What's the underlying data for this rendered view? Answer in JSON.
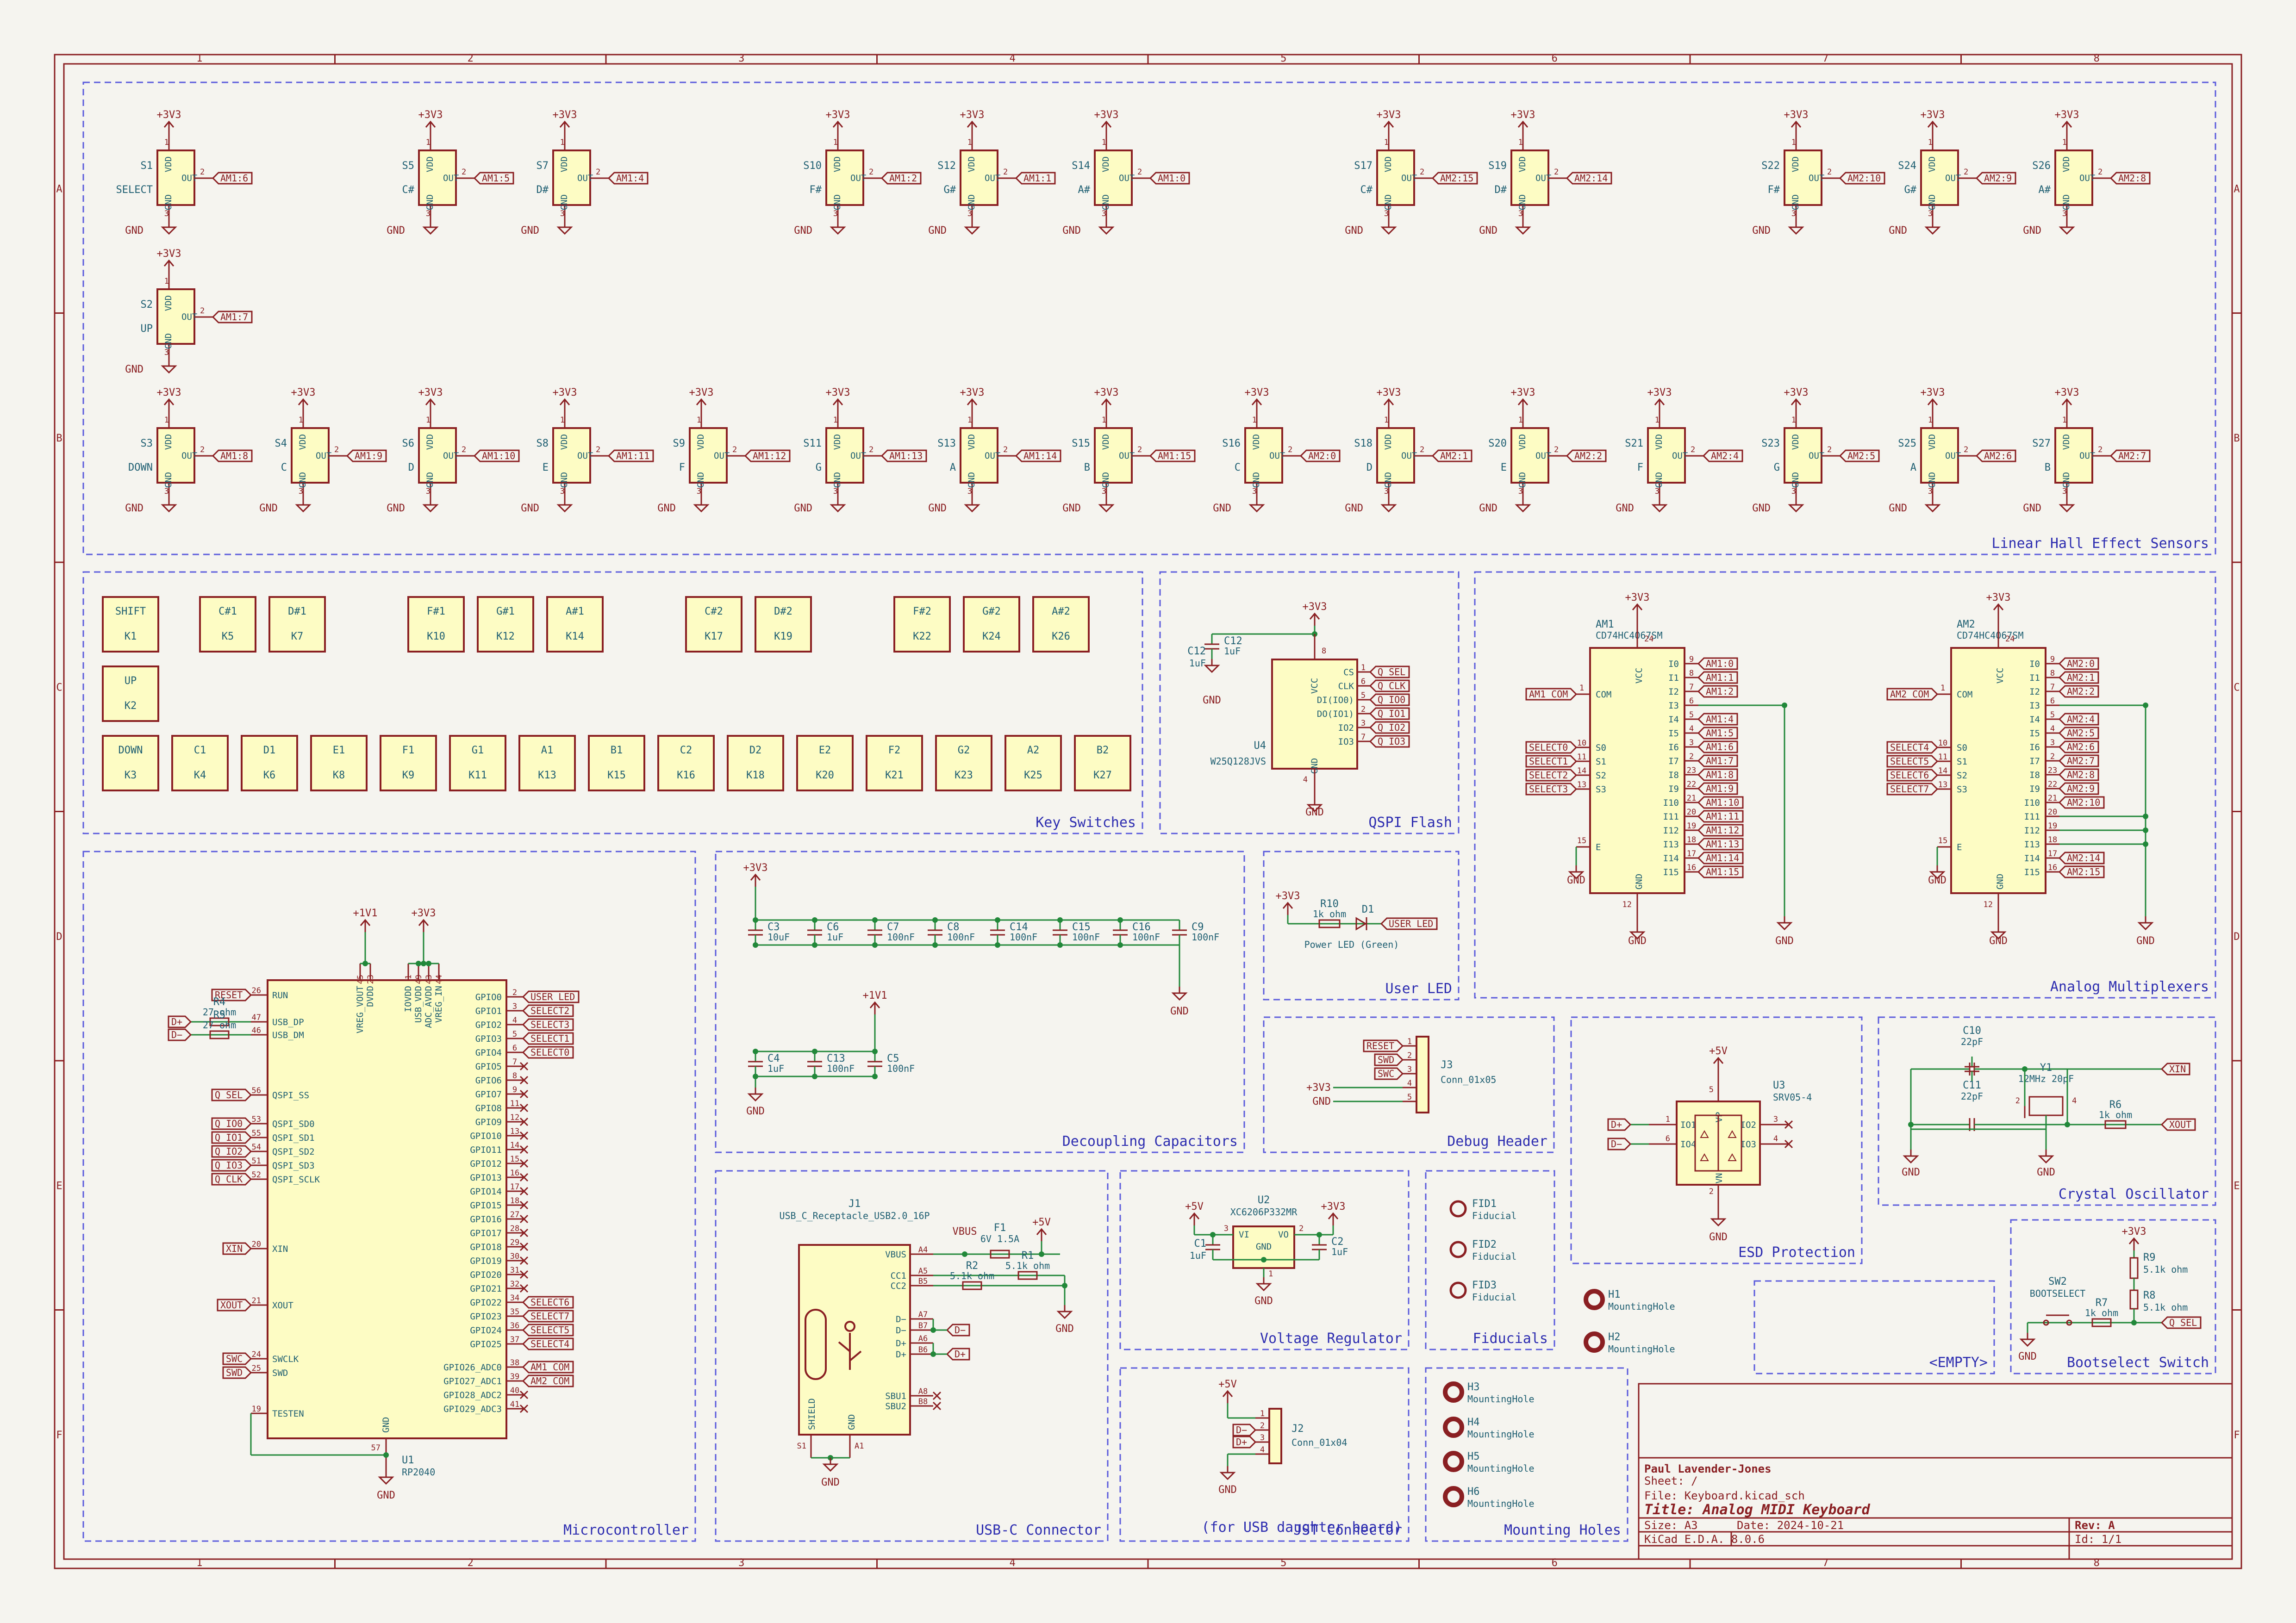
{
  "colors": {
    "frame": "#8a1f22",
    "wire": "#22883a",
    "body": "#fdfcc4",
    "box": "#5b5bdc",
    "text": "#1f5f72"
  },
  "ruler": {
    "cols": [
      "1",
      "2",
      "3",
      "4",
      "5",
      "6",
      "7",
      "8"
    ],
    "rows": [
      "A",
      "B",
      "C",
      "D",
      "E",
      "F"
    ]
  },
  "boxes": {
    "hall": "Linear Hall Effect Sensors",
    "keys": "Key Switches",
    "qspi": "QSPI Flash",
    "mux": "Analog Multiplexers",
    "mcu": "Microcontroller",
    "decap": "Decoupling Capacitors",
    "led": "User LED",
    "debug": "Debug Header",
    "esd": "ESD Protection",
    "xtal": "Crystal Oscillator",
    "usb": "USB-C Connector",
    "vreg": "Voltage Regulator",
    "fid": "Fiducials",
    "empty": "<EMPTY>",
    "boot": "Bootselect Switch",
    "jst": "JST Connector",
    "jst2": "(for USB daughter board)",
    "holes": "Mounting Holes"
  },
  "sensor_pins": {
    "vdd": "VDD",
    "gnd": "GND",
    "out": "OUT",
    "p1": "1",
    "p2": "2",
    "p3": "3",
    "pwr": "+3V3",
    "gndsym": "GND"
  },
  "sensors": [
    {
      "ref": "S1",
      "note": "SELECT",
      "net": "AM1:6"
    },
    {
      "ref": "S5",
      "note": "C#",
      "net": "AM1:5"
    },
    {
      "ref": "S7",
      "note": "D#",
      "net": "AM1:4"
    },
    {
      "ref": "S10",
      "note": "F#",
      "net": "AM1:2"
    },
    {
      "ref": "S12",
      "note": "G#",
      "net": "AM1:1"
    },
    {
      "ref": "S14",
      "note": "A#",
      "net": "AM1:0"
    },
    {
      "ref": "S17",
      "note": "C#",
      "net": "AM2:15"
    },
    {
      "ref": "S19",
      "note": "D#",
      "net": "AM2:14"
    },
    {
      "ref": "S22",
      "note": "F#",
      "net": "AM2:10"
    },
    {
      "ref": "S24",
      "note": "G#",
      "net": "AM2:9"
    },
    {
      "ref": "S26",
      "note": "A#",
      "net": "AM2:8"
    },
    {
      "ref": "S2",
      "note": "UP",
      "net": "AM1:7"
    },
    {
      "ref": "S3",
      "note": "DOWN",
      "net": "AM1:8"
    },
    {
      "ref": "S4",
      "note": "C",
      "net": "AM1:9"
    },
    {
      "ref": "S6",
      "note": "D",
      "net": "AM1:10"
    },
    {
      "ref": "S8",
      "note": "E",
      "net": "AM1:11"
    },
    {
      "ref": "S9",
      "note": "F",
      "net": "AM1:12"
    },
    {
      "ref": "S11",
      "note": "G",
      "net": "AM1:13"
    },
    {
      "ref": "S13",
      "note": "A",
      "net": "AM1:14"
    },
    {
      "ref": "S15",
      "note": "B",
      "net": "AM1:15"
    },
    {
      "ref": "S16",
      "note": "C",
      "net": "AM2:0"
    },
    {
      "ref": "S18",
      "note": "D",
      "net": "AM2:1"
    },
    {
      "ref": "S20",
      "note": "E",
      "net": "AM2:2"
    },
    {
      "ref": "S21",
      "note": "F",
      "net": "AM2:4"
    },
    {
      "ref": "S23",
      "note": "G",
      "net": "AM2:5"
    },
    {
      "ref": "S25",
      "note": "A",
      "net": "AM2:6"
    },
    {
      "ref": "S27",
      "note": "B",
      "net": "AM2:7"
    }
  ],
  "keys": [
    {
      "n": "SHIFT",
      "r": "K1"
    },
    {
      "n": "C#1",
      "r": "K5"
    },
    {
      "n": "D#1",
      "r": "K7"
    },
    {
      "n": "F#1",
      "r": "K10"
    },
    {
      "n": "G#1",
      "r": "K12"
    },
    {
      "n": "A#1",
      "r": "K14"
    },
    {
      "n": "C#2",
      "r": "K17"
    },
    {
      "n": "D#2",
      "r": "K19"
    },
    {
      "n": "F#2",
      "r": "K22"
    },
    {
      "n": "G#2",
      "r": "K24"
    },
    {
      "n": "A#2",
      "r": "K26"
    },
    {
      "n": "UP",
      "r": "K2"
    },
    {
      "n": "DOWN",
      "r": "K3"
    },
    {
      "n": "C1",
      "r": "K4"
    },
    {
      "n": "D1",
      "r": "K6"
    },
    {
      "n": "E1",
      "r": "K8"
    },
    {
      "n": "F1",
      "r": "K9"
    },
    {
      "n": "G1",
      "r": "K11"
    },
    {
      "n": "A1",
      "r": "K13"
    },
    {
      "n": "B1",
      "r": "K15"
    },
    {
      "n": "C2",
      "r": "K16"
    },
    {
      "n": "D2",
      "r": "K18"
    },
    {
      "n": "E2",
      "r": "K20"
    },
    {
      "n": "F2",
      "r": "K21"
    },
    {
      "n": "G2",
      "r": "K23"
    },
    {
      "n": "A2",
      "r": "K25"
    },
    {
      "n": "B2",
      "r": "K27"
    }
  ],
  "qspi": {
    "ref": "U4",
    "val": "W25Q128JVS",
    "pwr": "+3V3",
    "gnd": "GND",
    "c_ref": "C12",
    "c_val": "1uF",
    "c_gnd": "GND",
    "vcc": "VCC",
    "gndpin": "GND",
    "pins": [
      {
        "name": "CS",
        "num": "1",
        "net": "Q_SEL"
      },
      {
        "name": "CLK",
        "num": "6",
        "net": "Q_CLK"
      },
      {
        "name": "DI(IO0)",
        "num": "5",
        "net": "Q_IO0"
      },
      {
        "name": "DO(IO1)",
        "num": "2",
        "net": "Q_IO1"
      },
      {
        "name": "IO2",
        "num": "3",
        "net": "Q_IO2"
      },
      {
        "name": "IO3",
        "num": "7",
        "net": "Q_IO3"
      }
    ],
    "n8": "8",
    "n4": "4"
  },
  "mux": [
    {
      "ref": "AM1",
      "val": "CD74HC4067SM",
      "pwr": "+3V3",
      "com": "AM1_COM",
      "sel": [
        "SELECT0",
        "SELECT1",
        "SELECT2",
        "SELECT3"
      ],
      "out": [
        "AM1:0",
        "AM1:1",
        "AM1:2",
        "",
        "AM1:4",
        "AM1:5",
        "AM1:6",
        "AM1:7",
        "AM1:8",
        "AM1:9",
        "AM1:10",
        "AM1:11",
        "AM1:12",
        "AM1:13",
        "AM1:14",
        "AM1:15"
      ],
      "gnd": "GND"
    },
    {
      "ref": "AM2",
      "val": "CD74HC4067SM",
      "pwr": "+3V3",
      "com": "AM2_COM",
      "sel": [
        "SELECT4",
        "SELECT5",
        "SELECT6",
        "SELECT7"
      ],
      "out": [
        "AM2:0",
        "AM2:1",
        "AM2:2",
        "",
        "AM2:4",
        "AM2:5",
        "AM2:6",
        "AM2:7",
        "AM2:8",
        "AM2:9",
        "AM2:10",
        "",
        "",
        "",
        "AM2:14",
        "AM2:15"
      ],
      "gnd": "GND"
    }
  ],
  "mux_pins": {
    "com": "COM",
    "s": [
      "S0",
      "S1",
      "S2",
      "S3"
    ],
    "e": "E",
    "vcc": "VCC",
    "gnd": "GND",
    "io": [
      "I0",
      "I1",
      "I2",
      "I3",
      "I4",
      "I5",
      "I6",
      "I7",
      "I8",
      "I9",
      "I10",
      "I11",
      "I12",
      "I13",
      "I14",
      "I15"
    ],
    "ionum": [
      "9",
      "8",
      "7",
      "6",
      "5",
      "4",
      "3",
      "2",
      "23",
      "22",
      "21",
      "20",
      "19",
      "18",
      "17",
      "16"
    ],
    "snum": [
      "10",
      "11",
      "14",
      "13"
    ],
    "comnum": "1",
    "enum": "15",
    "vccnum": "24",
    "gndnum": "12"
  },
  "mcu": {
    "ref": "U1",
    "val": "RP2040",
    "p11v1": "+1V1",
    "p3v3": "+3V3",
    "gnd": "GND",
    "left": [
      {
        "pin": "RUN",
        "num": "26",
        "net": "RESET"
      },
      {
        "pin": "USB_DP",
        "num": "47",
        "net": "D+"
      },
      {
        "pin": "USB_DM",
        "num": "46",
        "net": "D−"
      },
      {
        "pin": "QSPI_SS",
        "num": "56",
        "net": "Q_SEL"
      },
      {
        "pin": "QSPI_SD0",
        "num": "53",
        "net": "Q_IO0"
      },
      {
        "pin": "QSPI_SD1",
        "num": "55",
        "net": "Q_IO1"
      },
      {
        "pin": "QSPI_SD2",
        "num": "54",
        "net": "Q_IO2"
      },
      {
        "pin": "QSPI_SD3",
        "num": "51",
        "net": "Q_IO3"
      },
      {
        "pin": "QSPI_SCLK",
        "num": "52",
        "net": "Q_CLK"
      },
      {
        "pin": "XIN",
        "num": "20",
        "net": "XIN"
      },
      {
        "pin": "XOUT",
        "num": "21",
        "net": "XOUT"
      },
      {
        "pin": "SWCLK",
        "num": "24",
        "net": "SWC"
      },
      {
        "pin": "SWD",
        "num": "25",
        "net": "SWD"
      },
      {
        "pin": "TESTEN",
        "num": "19",
        "net": ""
      }
    ],
    "r4": "R4",
    "r4v": "27 ohm",
    "r5": "R5",
    "r5v": "27 ohm",
    "top": [
      "VREG_VOUT",
      "DVDD",
      "IOVDD",
      "USB_VDD",
      "ADC_AVDD",
      "VREG_IN"
    ],
    "topnum": [
      "45",
      "23",
      "1",
      "49",
      "43",
      "44"
    ],
    "right": [
      {
        "pin": "GPIO0",
        "num": "2",
        "net": "USER_LED"
      },
      {
        "pin": "GPIO1",
        "num": "3",
        "net": "SELECT2"
      },
      {
        "pin": "GPIO2",
        "num": "4",
        "net": "SELECT3"
      },
      {
        "pin": "GPIO3",
        "num": "5",
        "net": "SELECT1"
      },
      {
        "pin": "GPIO4",
        "num": "6",
        "net": "SELECT0"
      },
      {
        "pin": "GPIO5",
        "num": "7",
        "net": ""
      },
      {
        "pin": "GPIO6",
        "num": "8",
        "net": ""
      },
      {
        "pin": "GPIO7",
        "num": "9",
        "net": ""
      },
      {
        "pin": "GPIO8",
        "num": "11",
        "net": ""
      },
      {
        "pin": "GPIO9",
        "num": "12",
        "net": ""
      },
      {
        "pin": "GPIO10",
        "num": "13",
        "net": ""
      },
      {
        "pin": "GPIO11",
        "num": "14",
        "net": ""
      },
      {
        "pin": "GPIO12",
        "num": "15",
        "net": ""
      },
      {
        "pin": "GPIO13",
        "num": "16",
        "net": ""
      },
      {
        "pin": "GPIO14",
        "num": "17",
        "net": ""
      },
      {
        "pin": "GPIO15",
        "num": "18",
        "net": ""
      },
      {
        "pin": "GPIO16",
        "num": "27",
        "net": ""
      },
      {
        "pin": "GPIO17",
        "num": "28",
        "net": ""
      },
      {
        "pin": "GPIO18",
        "num": "29",
        "net": ""
      },
      {
        "pin": "GPIO19",
        "num": "30",
        "net": ""
      },
      {
        "pin": "GPIO20",
        "num": "31",
        "net": ""
      },
      {
        "pin": "GPIO21",
        "num": "32",
        "net": ""
      },
      {
        "pin": "GPIO22",
        "num": "34",
        "net": "SELECT6"
      },
      {
        "pin": "GPIO23",
        "num": "35",
        "net": "SELECT7"
      },
      {
        "pin": "GPIO24",
        "num": "36",
        "net": "SELECT5"
      },
      {
        "pin": "GPIO25",
        "num": "37",
        "net": "SELECT4"
      },
      {
        "pin": "GPIO26_ADC0",
        "num": "38",
        "net": "AM1_COM"
      },
      {
        "pin": "GPIO27_ADC1",
        "num": "39",
        "net": "AM2_COM"
      },
      {
        "pin": "GPIO28_ADC2",
        "num": "40",
        "net": ""
      },
      {
        "pin": "GPIO29_ADC3",
        "num": "41",
        "net": ""
      }
    ],
    "gndpin": "GND",
    "gndnum": "57"
  },
  "decap": {
    "p3v3": "+3V3",
    "p1v1": "+1V1",
    "gnd": "GND",
    "row1": [
      {
        "r": "C3",
        "v": "10uF"
      },
      {
        "r": "C6",
        "v": "1uF"
      },
      {
        "r": "C7",
        "v": "100nF"
      },
      {
        "r": "C8",
        "v": "100nF"
      },
      {
        "r": "C14",
        "v": "100nF"
      },
      {
        "r": "C15",
        "v": "100nF"
      },
      {
        "r": "C16",
        "v": "100nF"
      },
      {
        "r": "C9",
        "v": "100nF"
      }
    ],
    "row2": [
      {
        "r": "C4",
        "v": "1uF"
      },
      {
        "r": "C13",
        "v": "100nF"
      },
      {
        "r": "C5",
        "v": "100nF"
      }
    ]
  },
  "led": {
    "pwr": "+3V3",
    "r": "R10",
    "rv": "1k ohm",
    "d": "D1",
    "dv": "Power LED (Green)",
    "net": "USER_LED"
  },
  "debug": {
    "ref": "J3",
    "val": "Conn_01x05",
    "nets": [
      "RESET",
      "SWD",
      "SWC",
      "+3V3",
      "GND"
    ],
    "nums": [
      "1",
      "2",
      "3",
      "4",
      "5"
    ]
  },
  "esd": {
    "ref": "U3",
    "val": "SRV05-4",
    "pwr": "+5V",
    "gnd": "GND",
    "io": [
      "IO1",
      "IO2",
      "IO3",
      "IO4"
    ],
    "ionum": [
      "1",
      "3",
      "4",
      "6"
    ],
    "vp": "VP",
    "vn": "VN",
    "vpn": "5",
    "vnn": "2",
    "dplus": "D+",
    "dminus": "D−"
  },
  "xtal": {
    "c10": "C10",
    "c10v": "22pF",
    "c11": "C11",
    "c11v": "22pF",
    "y": "Y1",
    "yv": "12MHz 20pF",
    "r": "R6",
    "rv": "1k ohm",
    "xin": "XIN",
    "xout": "XOUT",
    "gnd": "GND",
    "n": [
      "1",
      "2",
      "3",
      "4"
    ]
  },
  "usb": {
    "ref": "J1",
    "val": "USB_C_Receptacle_USB2.0_16P",
    "vbus": "VBUS",
    "f": "F1",
    "fv": "6V 1.5A",
    "p5v": "+5V",
    "r1": "R1",
    "r1v": "5.1k ohm",
    "r2": "R2",
    "r2v": "5.1k ohm",
    "gnd": "GND",
    "pins": [
      {
        "n": "VBUS",
        "p": "A4"
      },
      {
        "n": "CC1",
        "p": "A5"
      },
      {
        "n": "CC2",
        "p": "B5"
      },
      {
        "n": "D−",
        "p": "A7"
      },
      {
        "n": "D−",
        "p": "B7"
      },
      {
        "n": "D+",
        "p": "A6"
      },
      {
        "n": "D+",
        "p": "B6"
      },
      {
        "n": "SBU1",
        "p": "A8"
      },
      {
        "n": "SBU2",
        "p": "B8"
      }
    ],
    "shield": "SHIELD",
    "gndpin": "GND",
    "s1": "S1",
    "a1": "A1",
    "dminus": "D−",
    "dplus": "D+"
  },
  "vreg": {
    "ref": "U2",
    "val": "XC6206P332MR",
    "in": "+5V",
    "out": "+3V3",
    "vi": "VI",
    "vo": "VO",
    "g": "GND",
    "c1": "C1",
    "c1v": "1uF",
    "c2": "C2",
    "c2v": "1uF",
    "gnd": "GND",
    "n": [
      "3",
      "2",
      "1"
    ]
  },
  "fid": [
    {
      "r": "FID1",
      "v": "Fiducial"
    },
    {
      "r": "FID2",
      "v": "Fiducial"
    },
    {
      "r": "FID3",
      "v": "Fiducial"
    }
  ],
  "boot": {
    "pwr": "+3V3",
    "sw": "SW2",
    "swv": "BOOTSELECT",
    "r7": "R7",
    "r7v": "1k ohm",
    "r8": "R8",
    "r8v": "5.1k ohm",
    "r9": "R9",
    "r9v": "5.1k ohm",
    "net": "Q_SEL",
    "gnd": "GND"
  },
  "jst": {
    "ref": "J2",
    "val": "Conn_01x04",
    "pwr": "+5V",
    "gnd": "GND",
    "nets": [
      "D−",
      "D+"
    ],
    "nums": [
      "1",
      "2",
      "3",
      "4"
    ]
  },
  "holes": [
    {
      "r": "H1",
      "v": "MountingHole"
    },
    {
      "r": "H2",
      "v": "MountingHole"
    },
    {
      "r": "H3",
      "v": "MountingHole"
    },
    {
      "r": "H4",
      "v": "MountingHole"
    },
    {
      "r": "H5",
      "v": "MountingHole"
    },
    {
      "r": "H6",
      "v": "MountingHole"
    }
  ],
  "titleblock": {
    "author": "Paul Lavender-Jones",
    "sheet": "Sheet: /",
    "file": "File: Keyboard.kicad_sch",
    "title": "Title: Analog MIDI Keyboard",
    "size": "Size: A3",
    "date": "Date: 2024-10-21",
    "rev": "Rev: A",
    "tool": "KiCad E.D.A. 8.0.6",
    "id": "Id: 1/1"
  }
}
